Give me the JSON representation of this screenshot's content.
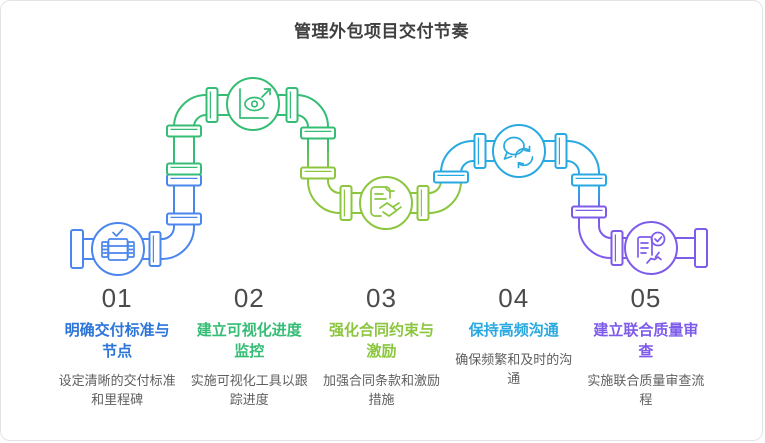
{
  "page": {
    "title": "管理外包项目交付节奏"
  },
  "colors": {
    "step1": "#4a86ed",
    "step2": "#35bd75",
    "step3": "#8cc63f",
    "step4": "#29a9e1",
    "step5": "#7d5beb",
    "number": "#4b4b4b",
    "description": "#5f5f5f",
    "heading": "#404040",
    "card_border": "#e3e3e3"
  },
  "steps": [
    {
      "number": "01",
      "title": "明确交付标准与节点",
      "description": "设定清晰的交付标准和里程碑",
      "title_color": "#2c74d8",
      "icon": "delivery-standards-icon"
    },
    {
      "number": "02",
      "title": "建立可视化进度监控",
      "description": "实施可视化工具以跟踪进度",
      "title_color": "#35bd75",
      "icon": "progress-monitoring-icon"
    },
    {
      "number": "03",
      "title": "强化合同约束与激励",
      "description": "加强合同条款和激励措施",
      "title_color": "#8cc63f",
      "icon": "contract-incentive-icon"
    },
    {
      "number": "04",
      "title": "保持高频沟通",
      "description": "确保频繁和及时的沟通",
      "title_color": "#29a9e1",
      "icon": "communication-icon"
    },
    {
      "number": "05",
      "title": "建立联合质量审查",
      "description": "实施联合质量审查流程",
      "title_color": "#7d5beb",
      "icon": "quality-review-icon"
    }
  ]
}
